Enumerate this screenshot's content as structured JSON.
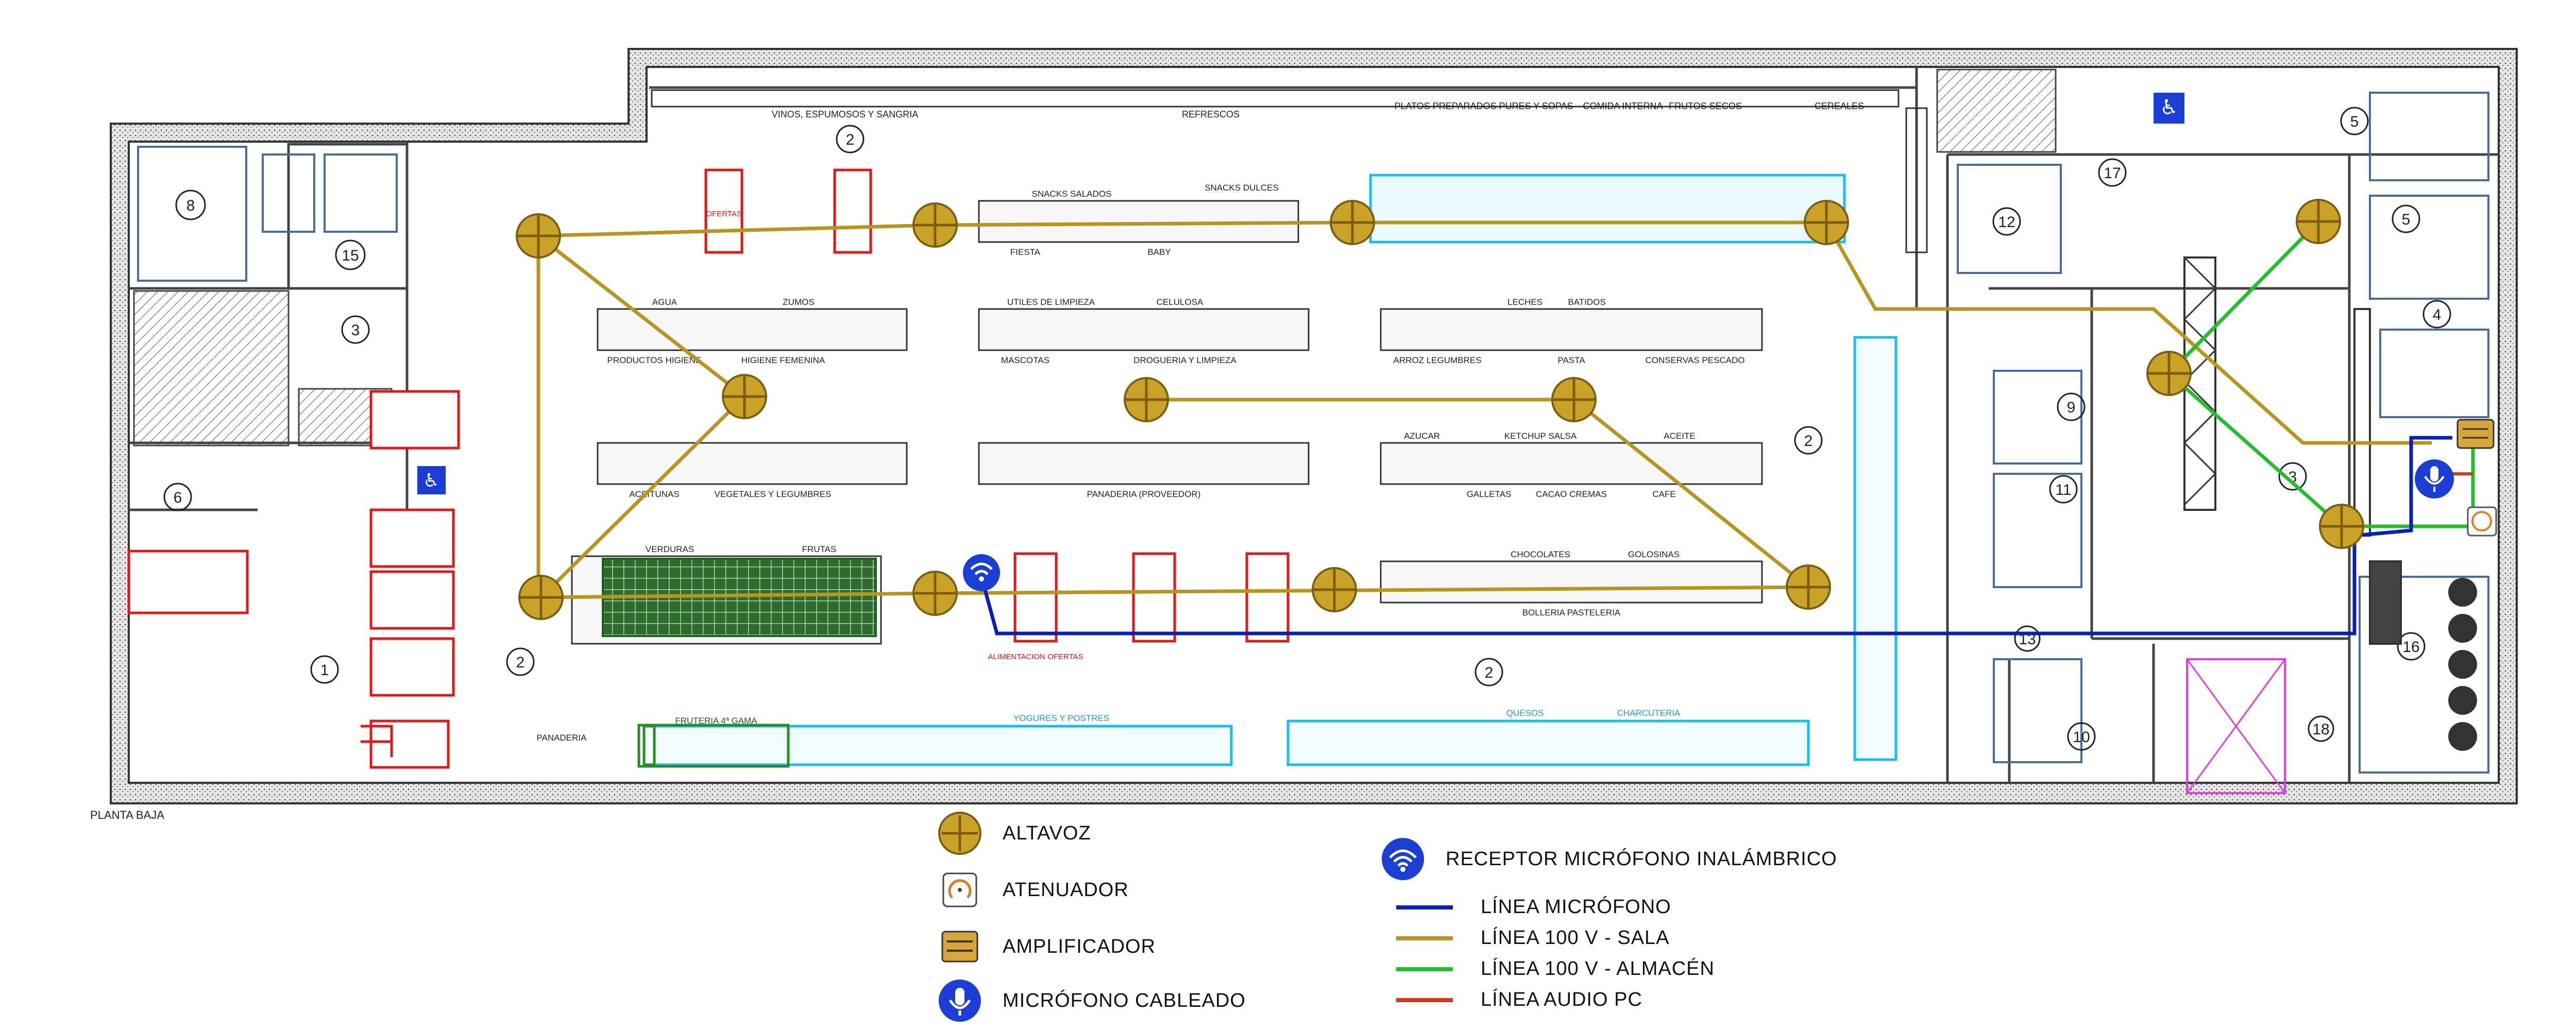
{
  "plan": {
    "title": "PLANTA BAJA",
    "aisle_labels": [
      "VINOS, ESPUMOSOS Y SANGRIA",
      "REFRESCOS",
      "PLATOS PREPARADOS PURES Y SOPAS",
      "COMIDA INTERNA",
      "FRUTOS SECOS",
      "CEREALES",
      "SNACKS SALADOS",
      "SNACKS DULCES",
      "FIESTA",
      "BABY",
      "AGUA",
      "ZUMOS",
      "UTILES DE LIMPIEZA",
      "CELULOSA",
      "LECHES",
      "BATIDOS",
      "PRODUCTOS HIGIENE",
      "HIGIENE FEMENINA",
      "MASCOTAS",
      "DROGUERIA Y LIMPIEZA",
      "ARROZ LEGUMBRES",
      "PASTA",
      "CONSERVAS PESCADO",
      "AZUCAR",
      "KETCHUP SALSA",
      "ACEITE",
      "ACEITUNAS",
      "VEGETALES Y LEGUMBRES",
      "PANADERIA (PROVEEDOR)",
      "GALLETAS",
      "CACAO CREMAS",
      "CAFE",
      "VERDURAS",
      "FRUTAS",
      "CHOCOLATES",
      "GOLOSINAS",
      "BOLLERIA PASTELERIA",
      "FRUTERIA 4ª GAMA",
      "PANADERIA",
      "YOGURES Y POSTRES",
      "QUESOS",
      "CHARCUTERIA",
      "ALIMENTACION OFERTAS",
      "OFERTAS"
    ],
    "room_numbers": [
      "1",
      "2",
      "2",
      "2",
      "2",
      "3",
      "3",
      "4",
      "5",
      "5",
      "6",
      "8",
      "9",
      "10",
      "11",
      "12",
      "13",
      "15",
      "16",
      "17",
      "18"
    ]
  },
  "legend": {
    "speaker": "ALTAVOZ",
    "attenuator": "ATENUADOR",
    "amplifier": "AMPLIFICADOR",
    "wired_mic": "MICRÓFONO CABLEADO",
    "wireless_receiver": "RECEPTOR MICRÓFONO INALÁMBRICO",
    "mic_line": "LÍNEA MICRÓFONO",
    "line_sala": "LÍNEA 100 V - SALA",
    "line_almacen": "LÍNEA 100 V - ALMACÉN",
    "line_pc": "LÍNEA AUDIO PC"
  },
  "colors": {
    "speaker": "#c9a227",
    "sala_line": "#b8961e",
    "almacen_line": "#22c02b",
    "mic_line": "#0a1fb8",
    "pc_line": "#d23a1c",
    "wall": "#333333",
    "shelf_cyan": "#18c0e8",
    "offer_red": "#e01818",
    "produce_green": "#2a8a2a"
  }
}
